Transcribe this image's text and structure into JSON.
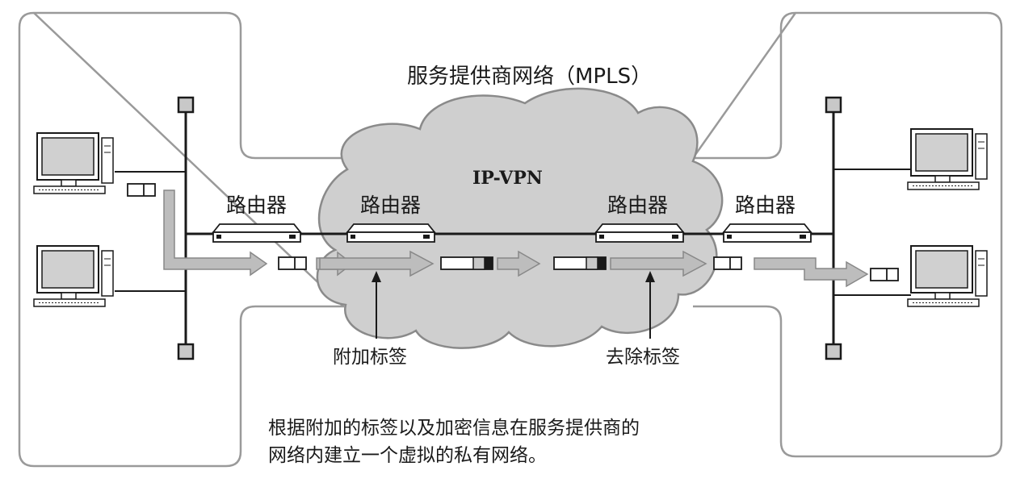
{
  "diagram": {
    "title": "服务提供商网络（MPLS）",
    "cloud_label": "IP-VPN",
    "routers": {
      "left_edge": "路由器",
      "cloud_ingress": "路由器",
      "cloud_egress": "路由器",
      "right_edge": "路由器"
    },
    "annotations": {
      "add_label": "附加标签",
      "remove_label": "去除标签"
    },
    "caption": {
      "line1": "根据附加的标签以及加密信息在服务提供商的",
      "line2": "网络内建立一个虚拟的私有网络。"
    },
    "icons": [
      "computer-icon",
      "router-icon",
      "packet-icon",
      "labeled-packet-icon",
      "arrow-icon",
      "cloud-icon",
      "terminator-icon"
    ],
    "colors": {
      "line": "#1a1a1a",
      "panel_border": "#9a9a9a",
      "cloud_fill": "#cfcfcf",
      "arrow_fill": "#bdbdbd",
      "monitor_screen": "#d0d0d0"
    }
  }
}
